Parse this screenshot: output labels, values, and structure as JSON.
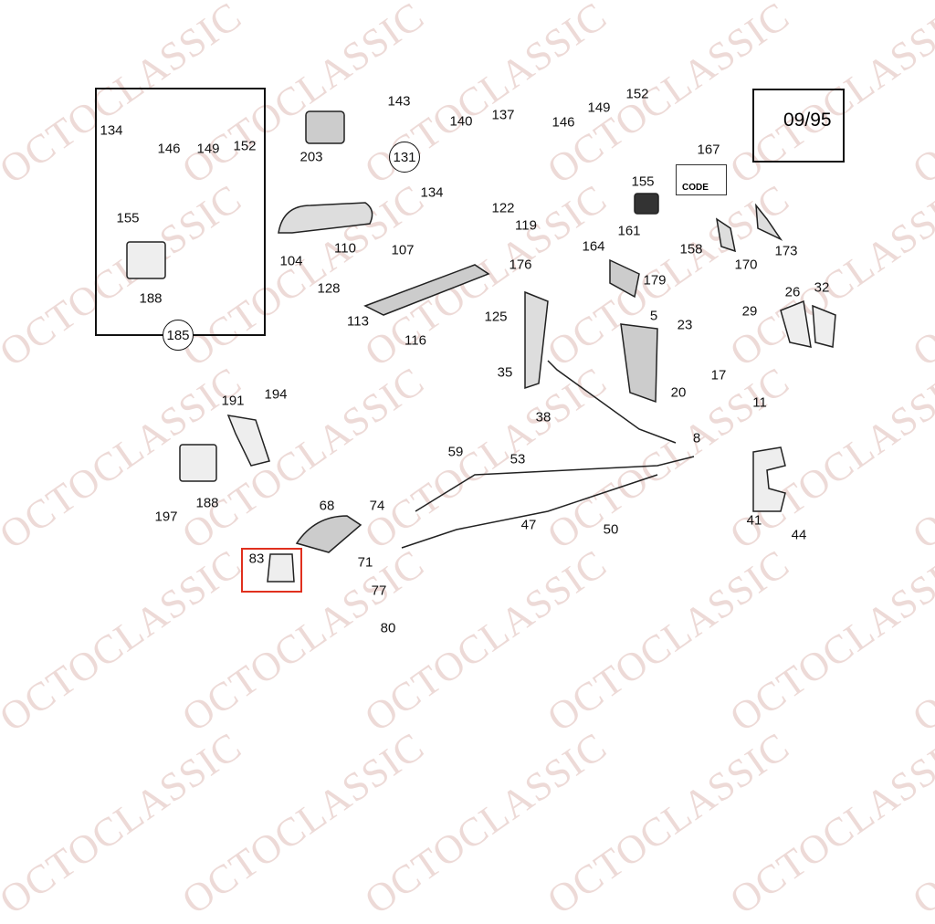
{
  "watermark": "OCTOCLASSIC",
  "date_box": "09/95",
  "code_plate": "CODE",
  "labels": [
    "134",
    "146",
    "149",
    "152",
    "155",
    "188",
    "185",
    "203",
    "143",
    "140",
    "137",
    "131",
    "134",
    "122",
    "119",
    "110",
    "107",
    "104",
    "176",
    "128",
    "113",
    "125",
    "116",
    "146",
    "149",
    "152",
    "167",
    "155",
    "164",
    "161",
    "158",
    "170",
    "173",
    "179",
    "5",
    "23",
    "29",
    "26",
    "32",
    "35",
    "38",
    "20",
    "17",
    "11",
    "8",
    "191",
    "194",
    "188",
    "197",
    "59",
    "53",
    "68",
    "74",
    "47",
    "50",
    "41",
    "44",
    "83",
    "71",
    "77",
    "80"
  ],
  "highlighted_part": "83",
  "colors": {
    "highlight": "#e0301e",
    "watermark": "#c88c82"
  }
}
